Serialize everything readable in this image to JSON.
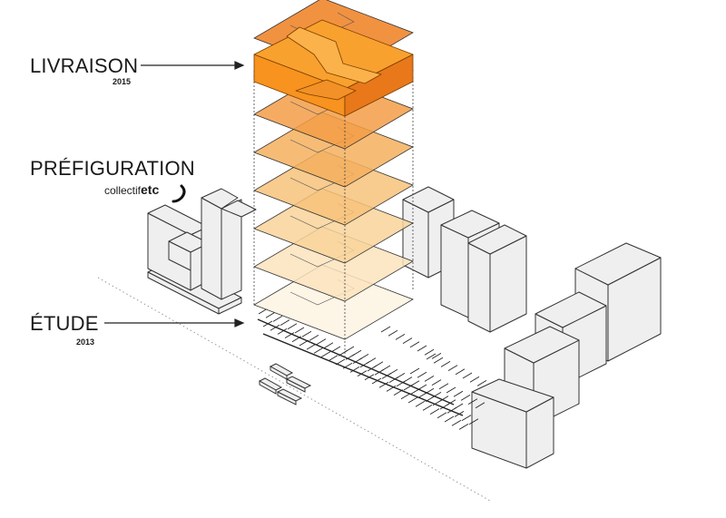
{
  "phases": {
    "delivery": {
      "label": "LIVRAISON",
      "year": "2015"
    },
    "prefiguration": {
      "label": "PRÉFIGURATION",
      "credit_prefix": "collectif",
      "credit_brand": "etc"
    },
    "study": {
      "label": "ÉTUDE",
      "year": "2013"
    }
  },
  "layer_colors": [
    "#fdf3e2",
    "#fbe3bd",
    "#f9d49a",
    "#f7c27a",
    "#f5b05e",
    "#f39e47",
    "#f08a2e",
    "#ee7f20"
  ],
  "roof_color": "#f7931e",
  "building_fill": "#efefef",
  "building_stroke": "#333333"
}
